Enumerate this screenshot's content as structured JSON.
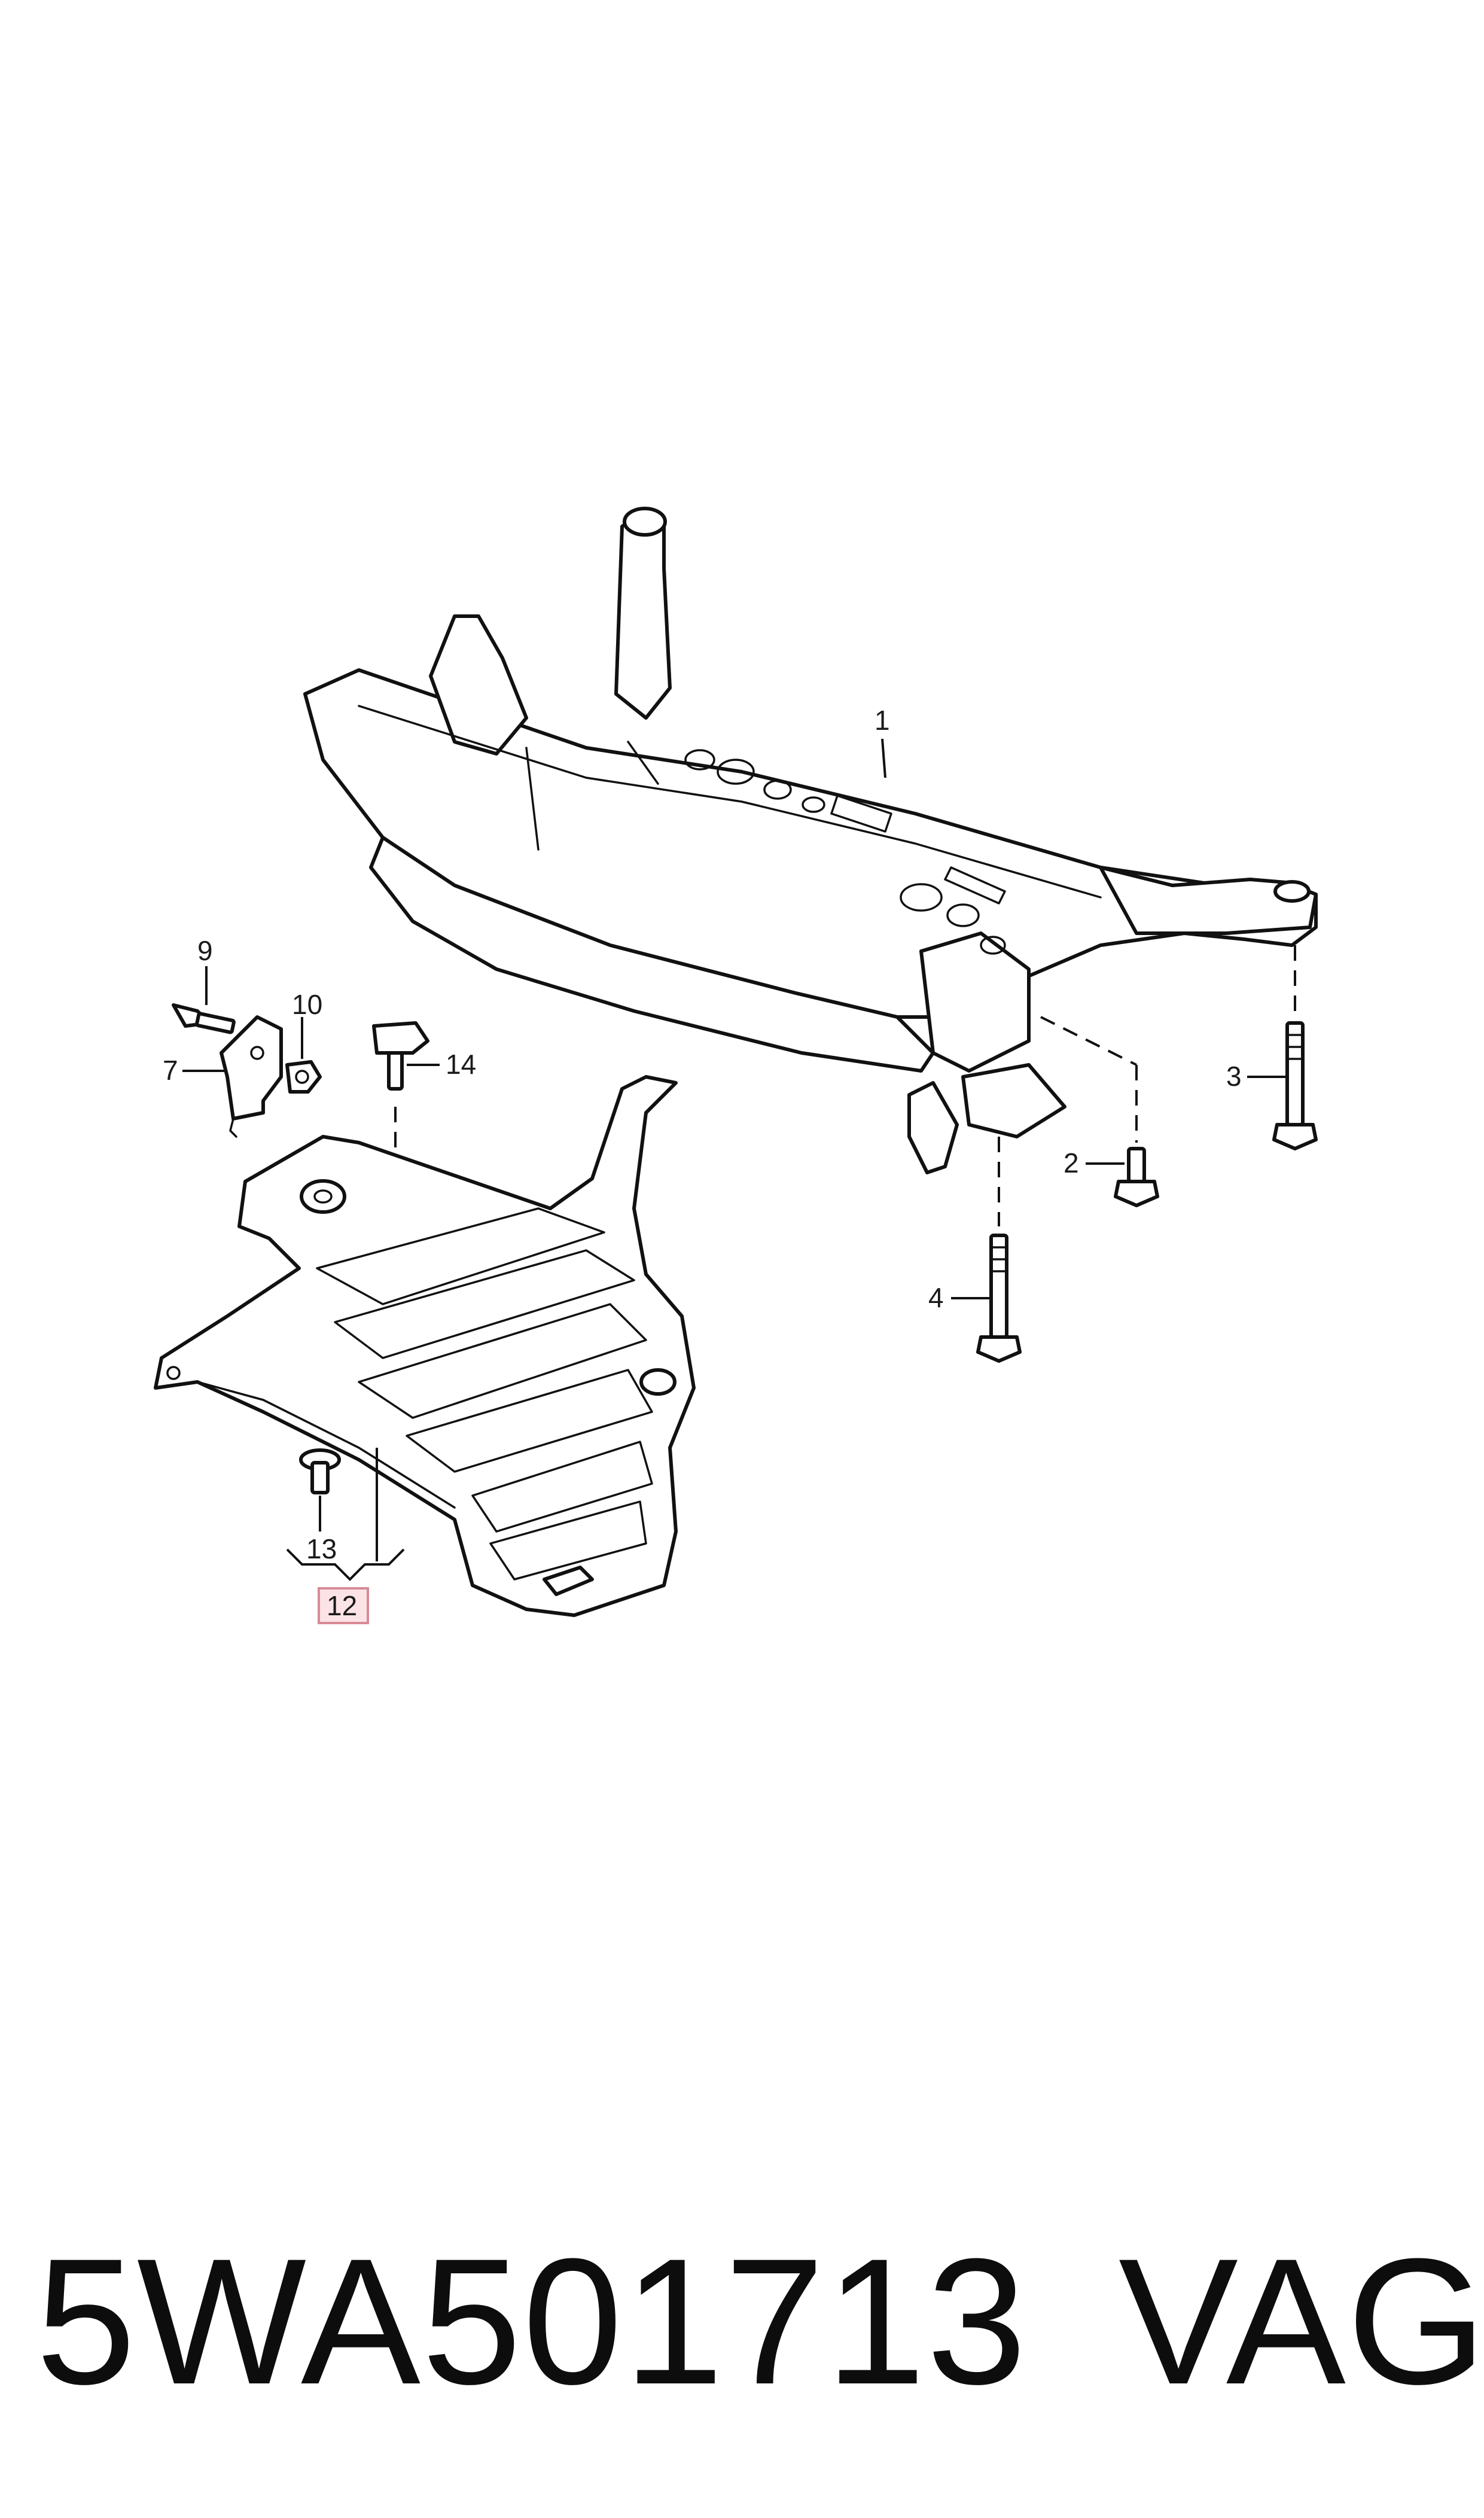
{
  "diagram": {
    "callouts": {
      "c1": "1",
      "c2": "2",
      "c3": "3",
      "c4": "4",
      "c7": "7",
      "c9": "9",
      "c10": "10",
      "c12": "12",
      "c13": "13",
      "c14": "14"
    },
    "highlighted_callout": "12",
    "colors": {
      "line": "#111111",
      "highlight_fill": "#fbe3e6",
      "highlight_border": "#d88a95"
    }
  },
  "footer": {
    "part_number": "5WA501713",
    "brand": "VAG"
  }
}
